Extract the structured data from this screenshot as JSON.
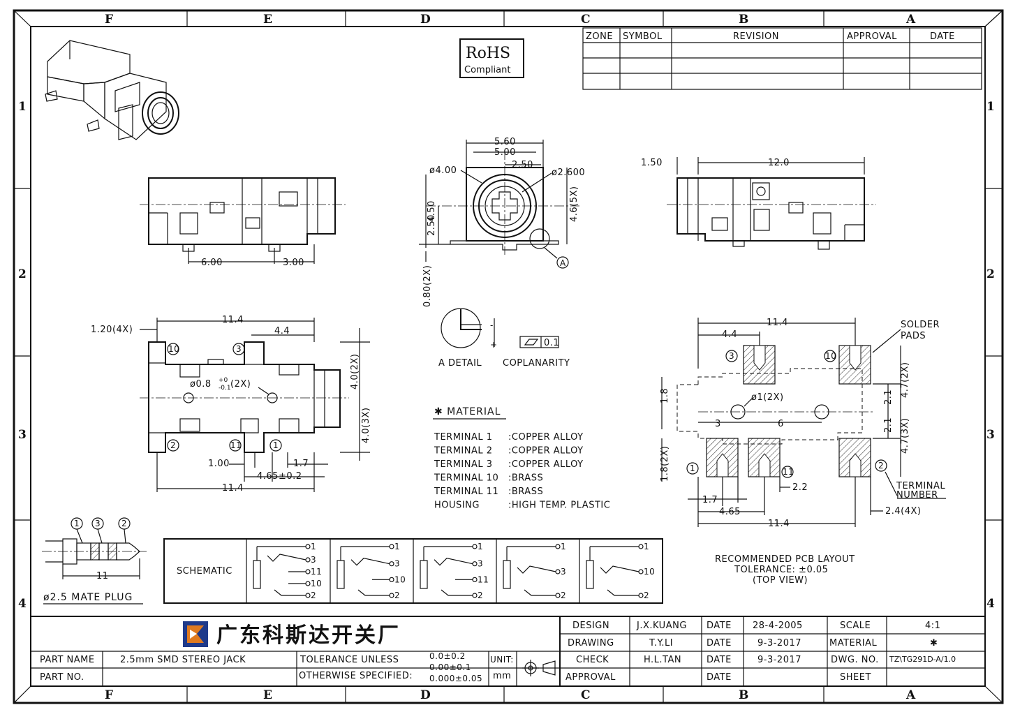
{
  "zones": {
    "columns": [
      "F",
      "E",
      "D",
      "C",
      "B",
      "A"
    ],
    "rows": [
      "1",
      "2",
      "3",
      "4"
    ]
  },
  "rohs": {
    "line1": "RoHS",
    "line2": "Compliant"
  },
  "revision_table": {
    "headers": [
      "ZONE",
      "SYMBOL",
      "REVISION",
      "APPROVAL",
      "DATE"
    ]
  },
  "dims": {
    "front_w1": "5.60",
    "front_w2": "5.00",
    "front_w3": "2.50",
    "front_d1": "ø4.00",
    "front_d2": "ø2.600",
    "front_h1": "4.50",
    "front_h2": "2.50",
    "front_h3": "4.6(5X)",
    "front_h4": "0.80(2X)",
    "front_detail": "A",
    "side_l_a": "6.00",
    "side_l_b": "3.00",
    "side_r_a": "1.50",
    "side_r_b": "12.0",
    "top_a": "11.4",
    "top_b": "4.4",
    "top_c": "1.20(4X)",
    "top_d": "ø0.8",
    "top_d_tol_up": "+0",
    "top_d_tol_dn": "-0.1",
    "top_d_qty": "(2X)",
    "top_e": "4.0(2X)",
    "top_f": "4.0(3X)",
    "top_g": "1.00",
    "top_h": "1.7",
    "top_i": "4.65±0.2",
    "top_j": "11.4",
    "pcb_a": "11.4",
    "pcb_b": "4.4",
    "pcb_c": "1.8",
    "pcb_d": "ø1(2X)",
    "pcb_e": "3",
    "pcb_f": "6",
    "pcb_g": "2.1",
    "pcb_h": "4.7(2X)",
    "pcb_i": "2.1",
    "pcb_j": "4.7(3X)",
    "pcb_k": "1.8(2X)",
    "pcb_l": "2.2",
    "pcb_m": "1.7",
    "pcb_n": "4.65",
    "pcb_o": "11.4",
    "pcb_p": "2.4(4X)",
    "coplanarity_val": "0.1",
    "plug_len": "11"
  },
  "pins": {
    "p1": "1",
    "p2": "2",
    "p3": "3",
    "p10": "10",
    "p11": "11"
  },
  "labels": {
    "a_detail": "A DETAIL",
    "coplanarity": "COPLANARITY",
    "solder_pads_1": "SOLDER",
    "solder_pads_2": "PADS",
    "terminal_number_1": "TERMINAL",
    "terminal_number_2": "NUMBER",
    "pcb_layout_1": "RECOMMENDED PCB LAYOUT",
    "pcb_layout_2": "TOLERANCE: ±0.05",
    "pcb_layout_3": "(TOP VIEW)",
    "mate_plug": "ø2.5 MATE PLUG",
    "schematic": "SCHEMATIC"
  },
  "material": {
    "title": "✱ MATERIAL",
    "rows": [
      {
        "term": "TERMINAL 1",
        "mat": ":COPPER ALLOY"
      },
      {
        "term": "TERMINAL 2",
        "mat": ":COPPER ALLOY"
      },
      {
        "term": "TERMINAL 3",
        "mat": ":COPPER ALLOY"
      },
      {
        "term": "TERMINAL 10",
        "mat": ":BRASS"
      },
      {
        "term": "TERMINAL 11",
        "mat": ":BRASS"
      },
      {
        "term": "HOUSING",
        "mat": ":HIGH TEMP. PLASTIC"
      }
    ]
  },
  "schematics": [
    {
      "pins": [
        "1",
        "3",
        "11",
        "10",
        "2"
      ]
    },
    {
      "pins": [
        "1",
        "3",
        "10",
        "2"
      ]
    },
    {
      "pins": [
        "1",
        "3",
        "11",
        "2"
      ]
    },
    {
      "pins": [
        "1",
        "3",
        "2"
      ]
    },
    {
      "pins": [
        "1",
        "10",
        "2"
      ]
    }
  ],
  "title_block": {
    "company": "广东科斯达开关厂",
    "part_name_label": "PART NAME",
    "part_name": "2.5mm SMD STEREO JACK",
    "part_no_label": "PART NO.",
    "part_no": "",
    "tol_line1": "TOLERANCE UNLESS",
    "tol_line2": "OTHERWISE SPECIFIED:",
    "tol_v1": "0.0±0.2",
    "tol_v2": "0.00±0.1",
    "tol_v3": "0.000±0.05",
    "unit_label": "UNIT:",
    "unit": "mm",
    "design_label": "DESIGN",
    "design": "J.X.KUANG",
    "design_date": "28-4-2005",
    "drawing_label": "DRAWING",
    "drawing": "T.Y.LI",
    "drawing_date": "9-3-2017",
    "check_label": "CHECK",
    "check": "H.L.TAN",
    "check_date": "9-3-2017",
    "approval_label": "APPROVAL",
    "approval": "",
    "approval_date": "",
    "date_label": "DATE",
    "scale_label": "SCALE",
    "scale": "4:1",
    "material_label": "MATERIAL",
    "material": "✱",
    "dwg_label": "DWG. NO.",
    "dwg": "TZ\\TG291D-A/1.0",
    "sheet_label": "SHEET",
    "sheet": ""
  },
  "colors": {
    "ink": "#111111",
    "logo_blue": "#1f3a8a",
    "logo_orange": "#e07a1f"
  }
}
